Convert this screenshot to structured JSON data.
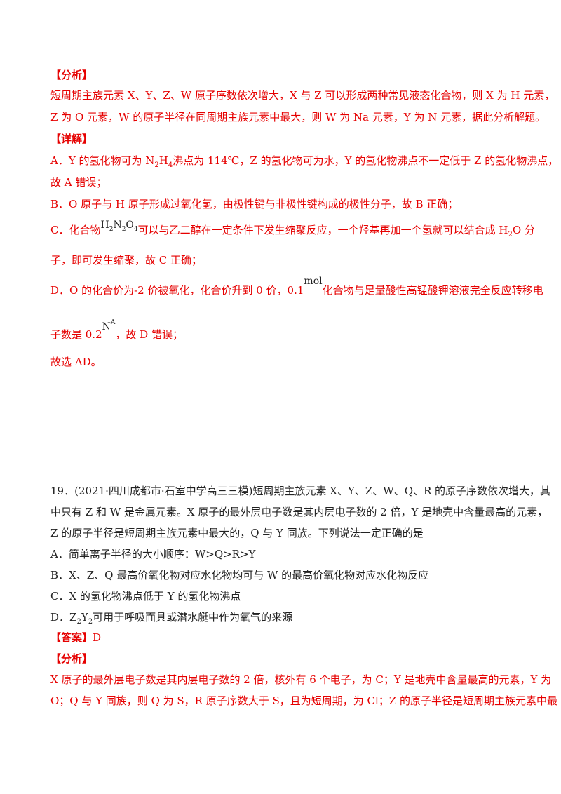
{
  "analysis1": {
    "label": "【分析】",
    "line1": "短周期主族元素 X、Y、Z、W 原子序数依次增大，X 与 Z 可以形成两种常见液态化合物，则 X 为 H 元素，",
    "line2": "Z 为 O 元素，W 的原子半径在同周期主族元素中最大，则 W 为 Na 元素，Y 为 N 元素，据此分析解题。"
  },
  "detail": {
    "label": "【详解】",
    "a_line1_pre": "A．Y 的氢化物可为 N",
    "a_n_sub": "2",
    "a_h": "H",
    "a_h_sub": "4",
    "a_line1_post": "沸点为 114℃，Z 的氢化物可为水，Y 的氢化物沸点不一定低于 Z 的氢化物沸点，",
    "a_line2": "故 A 错误；",
    "b_line": "B．O 原子与 H 原子形成过氧化氢，由极性键与非极性键构成的极性分子，故 B 正确；",
    "c_line1_pre": "C．化合物",
    "c_formula_h": "H",
    "c_formula_h_sub": "2",
    "c_formula_n": "N",
    "c_formula_n_sub": "2",
    "c_formula_o": "O",
    "c_formula_o_sub": "4",
    "c_line1_post": "可以与乙二醇在一定条件下发生缩聚反应，一个羟基再加一个氢就可以结合成 H",
    "c_h2o_sub": "2",
    "c_line1_end": "O 分",
    "c_line2": "子，即可发生缩聚，故 C 正确；",
    "d_line1_pre": "D．O 的化合价为-2 价被氧化，化合价升到 0 价，0.1",
    "d_mol": "mol",
    "d_line1_post": "化合物与足量酸性高锰酸钾溶液完全反应转移电",
    "d_line2_pre": "子数是 0.2",
    "d_na": "N",
    "d_na_sub": "A",
    "d_line2_post": "，故 D 错误；",
    "choice": "故选 AD。"
  },
  "q19": {
    "line1": "19．(2021·四川成都市·石室中学高三三模)短周期主族元素 X、Y、Z、W、Q、R 的原子序数依次增大，其",
    "line2": "中只有 Z 和 W 是金属元素。X 原子的最外层电子数是其内层电子数的 2 倍，Y 是地壳中含量最高的元素，",
    "line3": "Z 的原子半径是短周期主族元素中最大的，Q 与 Y 同族。下列说法一定正确的是",
    "opt_a": "A．简单离子半径的大小顺序：W>Q>R>Y",
    "opt_b": "B．X、Z、Q 最高价氧化物对应水化物均可与 W 的最高价氧化物对应水化物反应",
    "opt_c": "C．X 的氢化物沸点低于 Y 的氢化物沸点",
    "opt_d_pre": "D．Z",
    "opt_d_sub1": "2",
    "opt_d_mid": "Y",
    "opt_d_sub2": "2",
    "opt_d_post": "可用于呼吸面具或潜水艇中作为氧气的来源",
    "answer_label": "【答案】",
    "answer_value": "D",
    "analysis_label": "【分析】",
    "analysis_line1": "X 原子的最外层电子数是其内层电子数的 2 倍，核外有 6 个电子，为 C；Y 是地壳中含量最高的元素，Y 为",
    "analysis_line2": "O；Q 与 Y 同族，则 Q 为 S，R 原子序数大于 S，且为短周期，为 Cl；Z 的原子半径是短周期主族元素中最"
  }
}
